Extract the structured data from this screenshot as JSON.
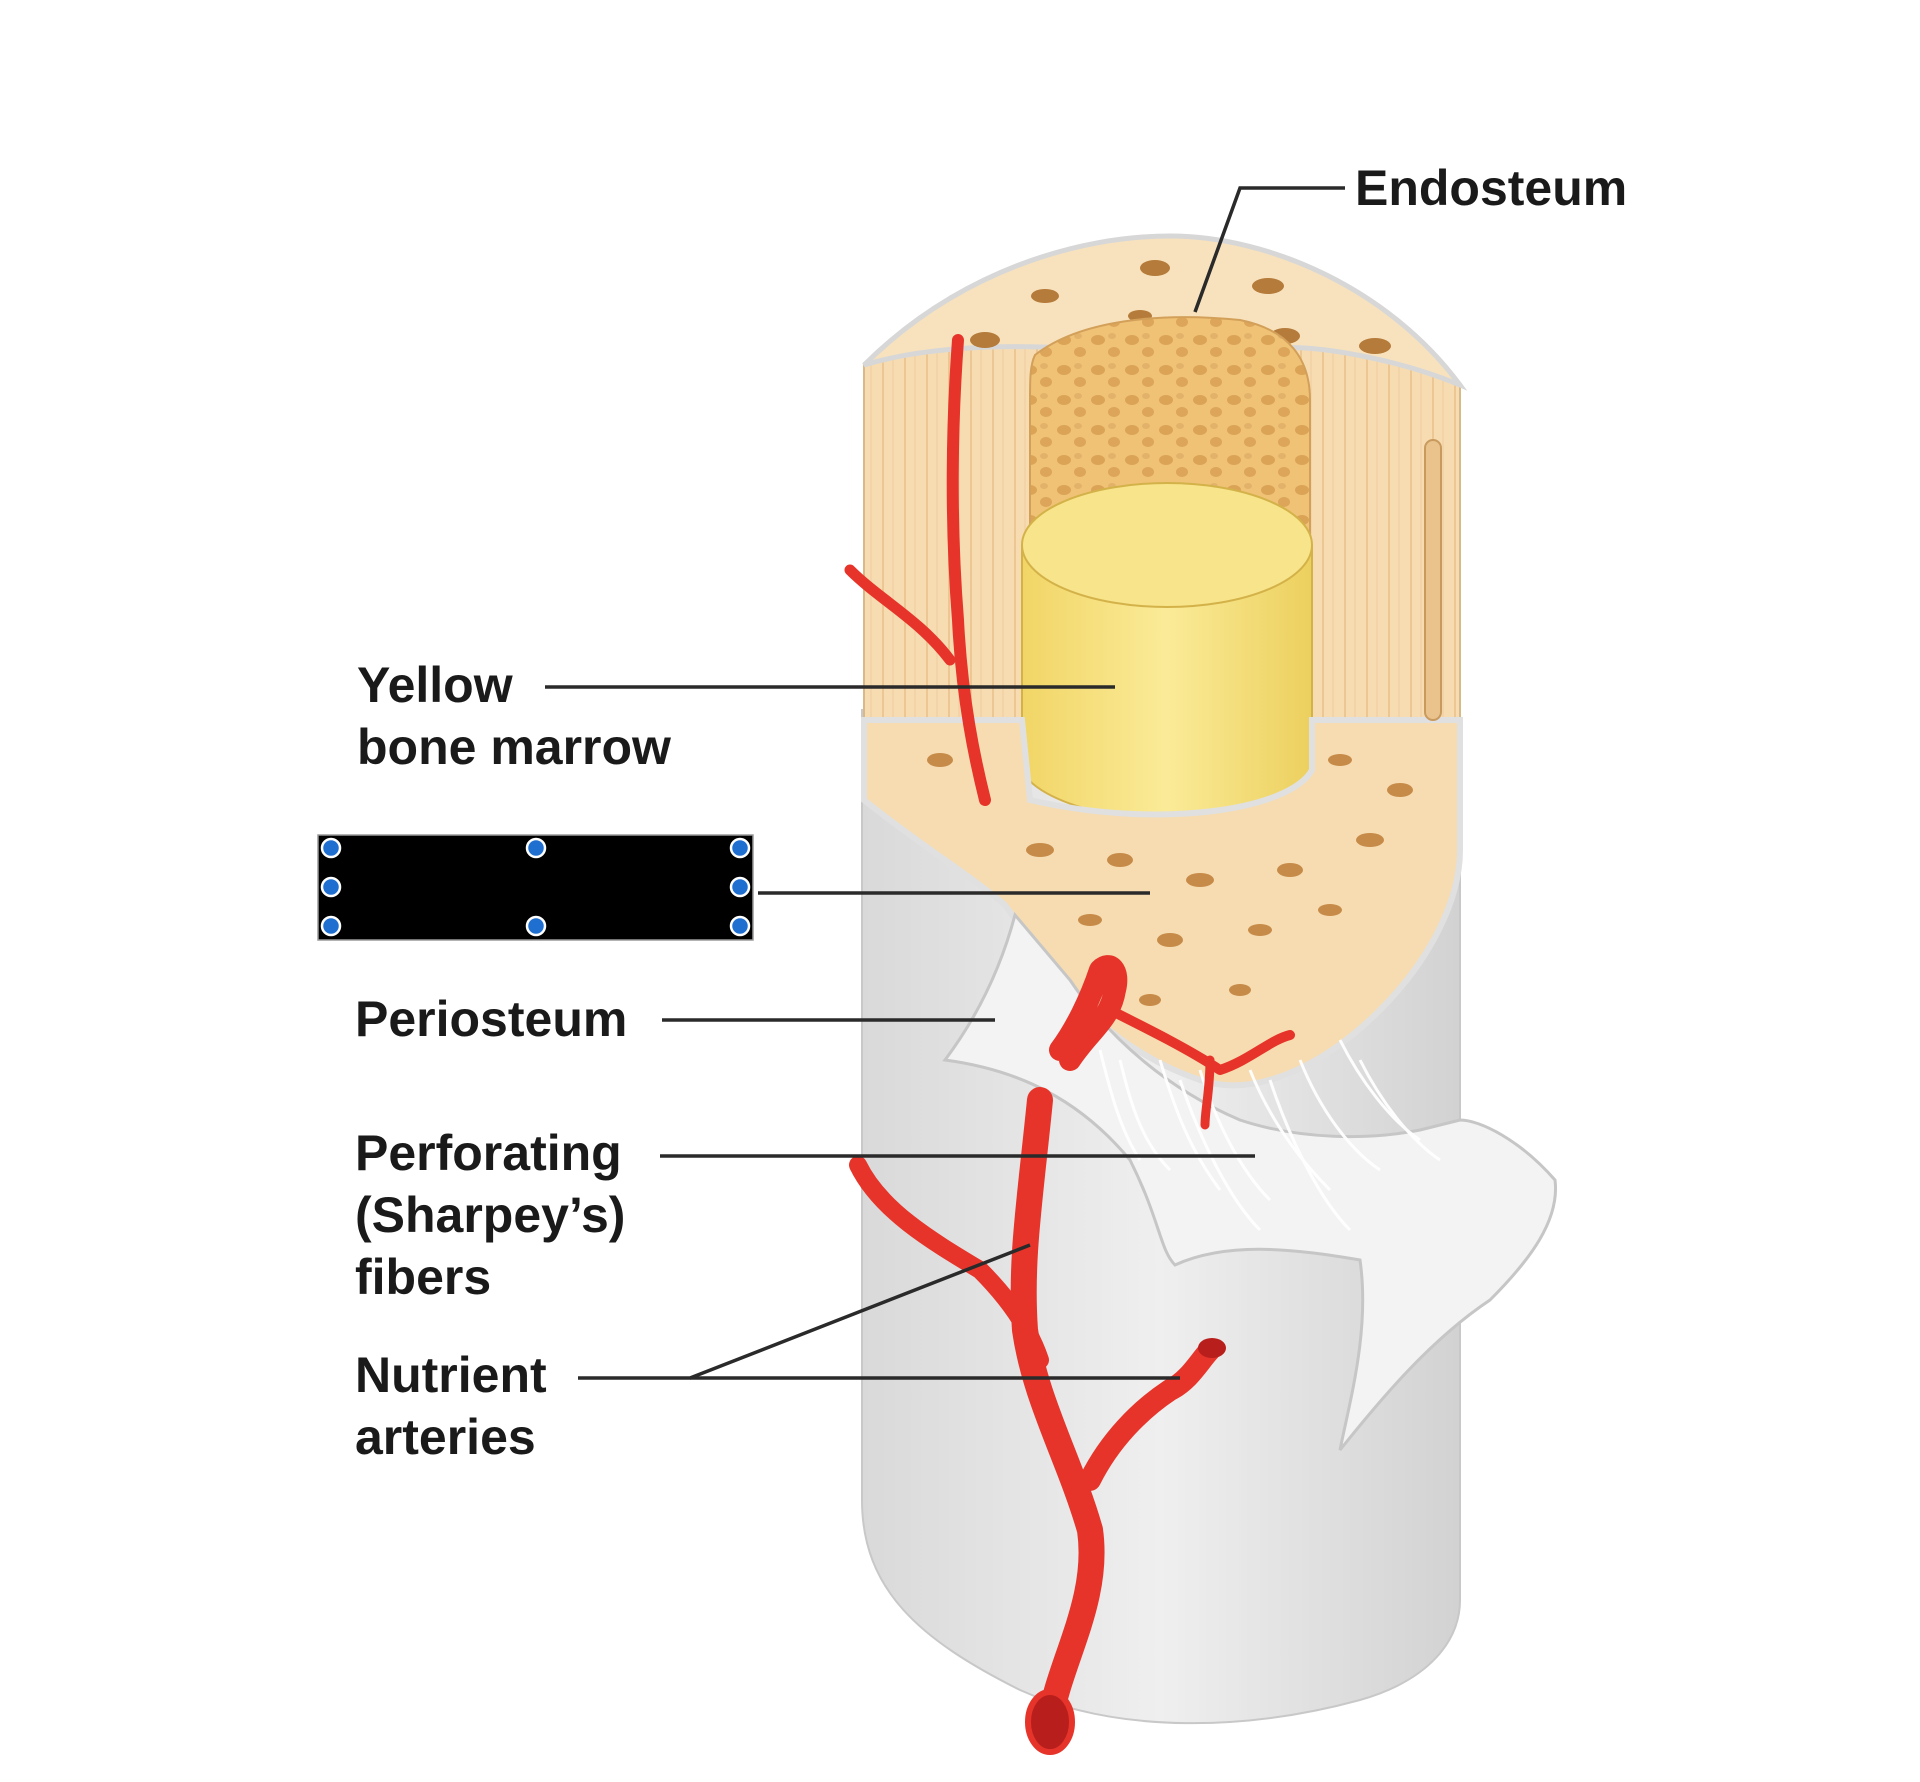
{
  "labels": {
    "endosteum": "Endosteum",
    "yellow_marrow": [
      "Yellow",
      "bone marrow"
    ],
    "periosteum": "Periosteum",
    "perforating": [
      "Perforating",
      "(Sharpey’s)",
      "fibers"
    ],
    "nutrient": [
      "Nutrient",
      "arteries"
    ]
  },
  "hidden_label": {
    "redacted": true
  },
  "colors": {
    "compact_bone": "#f6ddb5",
    "marrow_yellow": "#f4de74",
    "spongy_bone": "#f0c477",
    "artery_red": "#e6342a",
    "periosteum_gray": "#e6e6e6",
    "redaction_box": "#000000",
    "handle_blue": "#1e6fd0"
  }
}
